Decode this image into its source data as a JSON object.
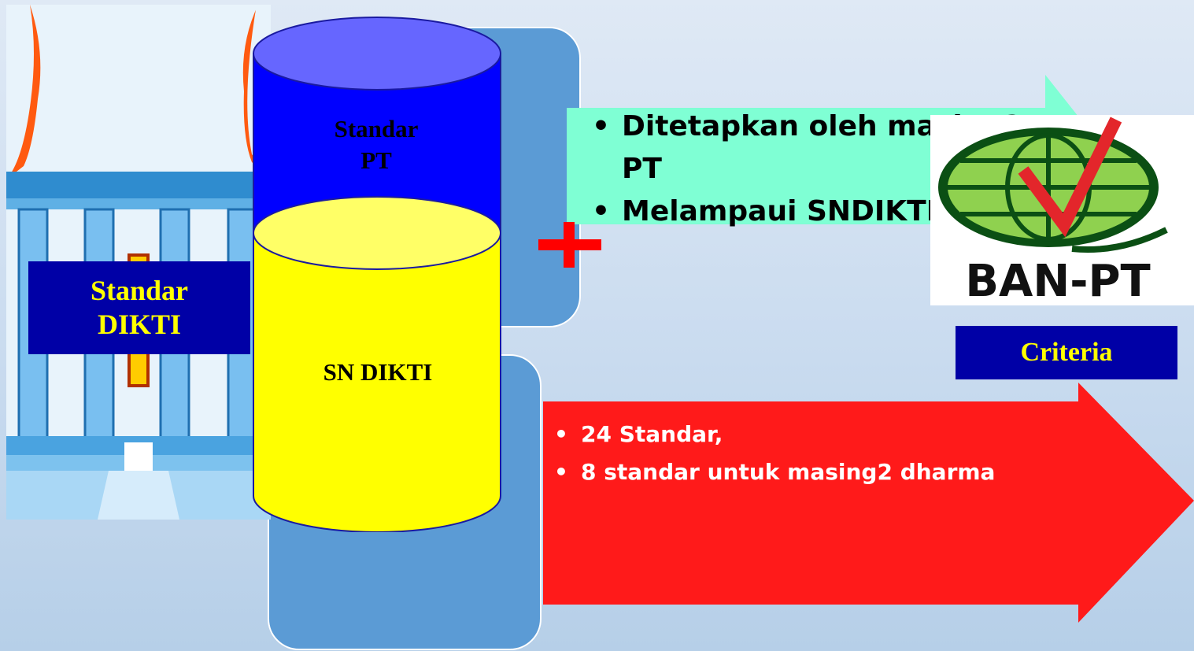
{
  "cylinder": {
    "top_label": [
      "Standar",
      "PT"
    ],
    "bottom_label": "SN DIKTI"
  },
  "building_label": [
    "Standar",
    "DIKTI"
  ],
  "green_arrow": {
    "bullets": [
      "Ditetapkan oleh masing2 PT",
      "Melampaui SNDIKTI"
    ]
  },
  "red_arrow": {
    "bullets": [
      "24 Standar,",
      "8 standar untuk masing2 dharma"
    ]
  },
  "logo": {
    "text": "BAN-PT",
    "icon": "ban-pt-logo-icon"
  },
  "criteria_label": "Criteria",
  "colors": {
    "cylinder_top": "#0000ff",
    "cylinder_bottom": "#ffff00",
    "green_arrow": "#7fffd4",
    "red_arrow": "#ff1a1a",
    "label_bg": "#0000a6",
    "label_text": "#ffff00",
    "panel": "#5b9bd5"
  }
}
